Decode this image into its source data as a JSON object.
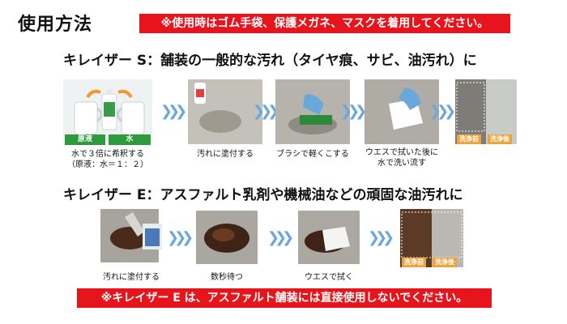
{
  "title": "使用方法",
  "warnings": {
    "top": "※使用時はゴム手袋、保護メガネ、マスクを着用してください。",
    "bottom": "※キレイザー E は、アスファルト舗装には直接使用しないでください。"
  },
  "section_s": {
    "heading": "キレイザー S：舗装の一般的な汚れ（タイヤ痕、サビ、油汚れ）に",
    "step1": {
      "caption_line1": "水で３倍に希釈する",
      "caption_line2": "（原液：水＝１：２）",
      "label_left": "原液",
      "label_right": "水"
    },
    "step2": {
      "caption": "汚れに塗付する"
    },
    "step3": {
      "caption": "ブラシで軽くこする"
    },
    "step4": {
      "caption_line1": "ウエスで拭いた後に",
      "caption_line2": "水で洗い流す"
    },
    "step5": {
      "before": "洗浄前",
      "after": "洗浄後"
    }
  },
  "section_e": {
    "heading": "キレイザー E：アスファルト乳剤や機械油などの頑固な油汚れに",
    "step1": {
      "caption": "汚れに塗付する"
    },
    "step2": {
      "caption": "数秒待つ"
    },
    "step3": {
      "caption": "ウエスで拭く"
    },
    "step4": {
      "before": "洗浄前",
      "after": "洗浄後"
    }
  },
  "arrow_glyph": "❯❯❯",
  "colors": {
    "warning_bg": "#e7141c",
    "arrow": "#6aa7dc",
    "tag_bg": "#f0a33c",
    "label_green": "#2f9a3d"
  }
}
